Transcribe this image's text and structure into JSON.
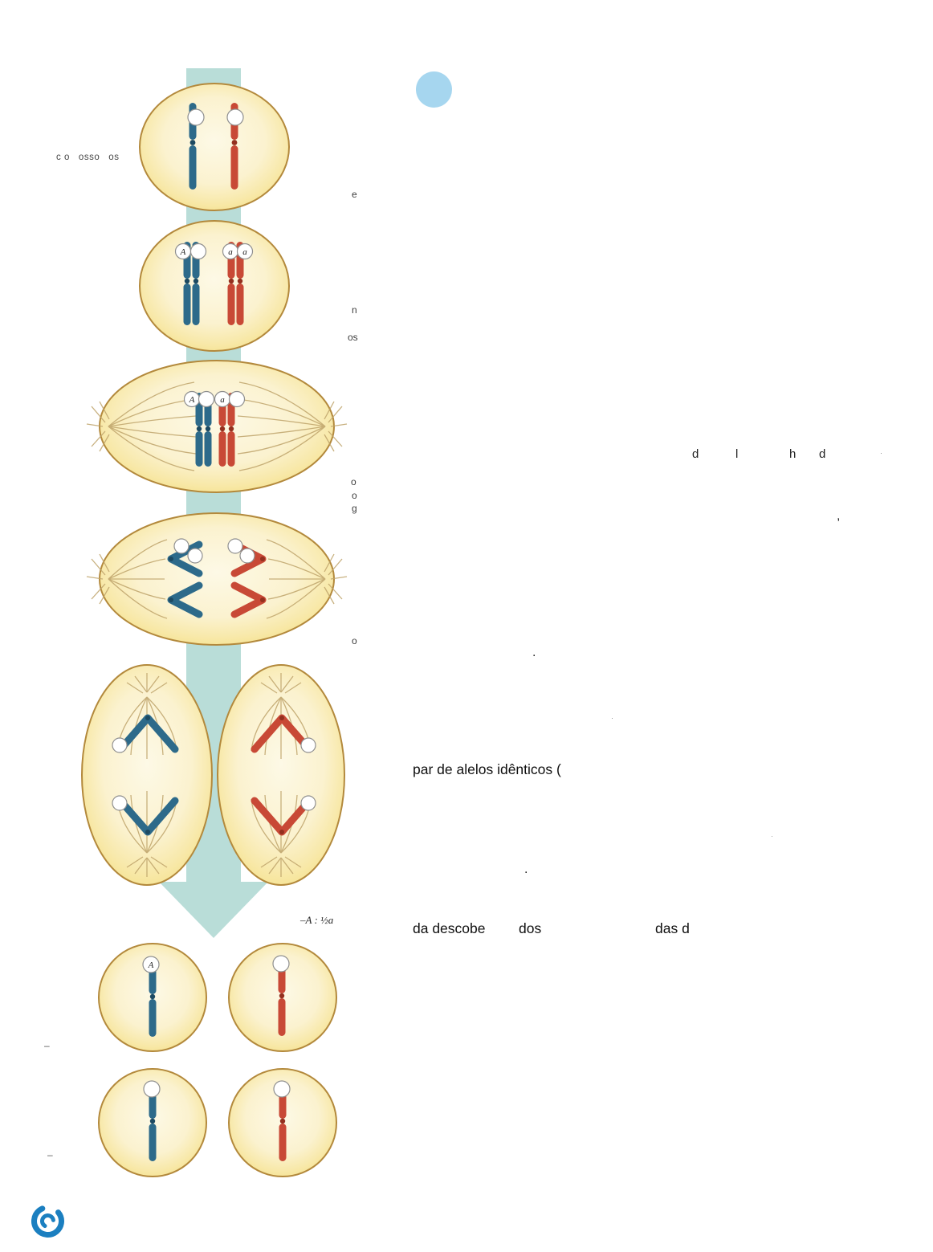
{
  "page": {
    "background": "#ffffff"
  },
  "header": {
    "section_dot_color": "#a6d6ef"
  },
  "diagram": {
    "arrow_color": "#b9ddd8",
    "cell_stroke": "#b3893c",
    "cell_fill_outer": "#f2dc7c",
    "cell_fill_inner": "#fdf9e6",
    "spindle_color": "#bfa46b",
    "chromosome_blue": "#2d6a8a",
    "chromosome_red": "#c84936",
    "label_circle_stroke": "#8f8f8f",
    "labels": {
      "cell1": [
        "",
        ""
      ],
      "cell2": [
        "A",
        "",
        "a",
        "a"
      ],
      "cell3": [
        "A",
        "",
        "a",
        ""
      ],
      "cell4": [
        "",
        "",
        "",
        ""
      ],
      "cell5": [
        "",
        ""
      ],
      "cell6": [
        "",
        ""
      ],
      "gametes": [
        "A",
        "",
        "",
        ""
      ]
    }
  },
  "fragments": {
    "cosso": "c o   osso   os",
    "e": "e",
    "n": "n",
    "os": "os",
    "o1": "o",
    "o2": "o",
    "g": "g",
    "o3": "o",
    "d1": "d",
    "l1": "l",
    "h1": "h",
    "d2": "d",
    "tinydot1": "·",
    "comma": ",",
    "dot1": ".",
    "tinydot2": "·",
    "par": "par de alelos idênticos (",
    "tinydot3": "·",
    "dot2": ".",
    "fraction": "–A : ½a",
    "da": "da descobe",
    "dos": "dos",
    "dasd": "das d",
    "dash1": "–",
    "dash2": "–"
  },
  "logo": {
    "color": "#1b7fc0",
    "name": "publisher-logo"
  }
}
